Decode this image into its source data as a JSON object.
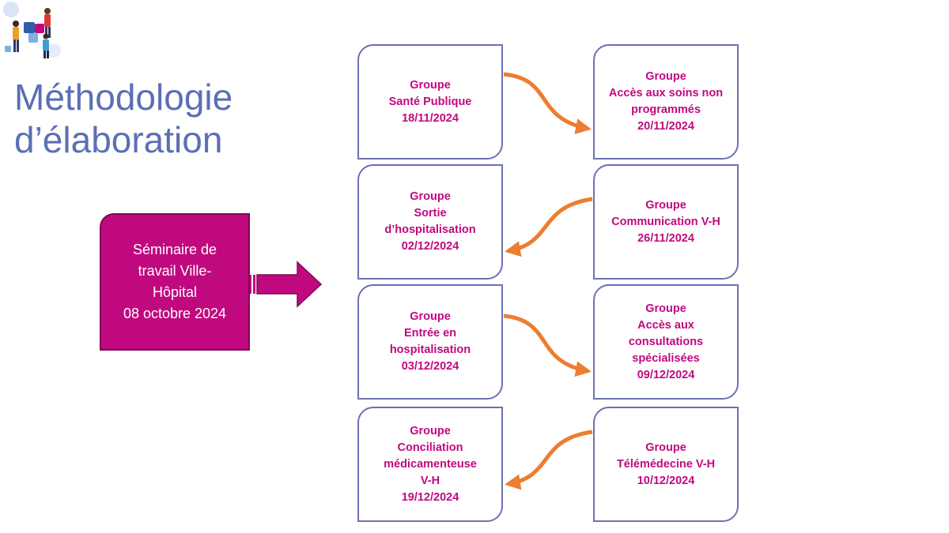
{
  "title": {
    "line1": "Méthodologie",
    "line2": "d’élaboration"
  },
  "seminar": {
    "line1": "Séminaire de",
    "line2": "travail Ville-",
    "line3": "Hôpital",
    "line4": "08 octobre 2024"
  },
  "groups": [
    {
      "lines": [
        "Groupe",
        "Santé Publique",
        "18/11/2024"
      ]
    },
    {
      "lines": [
        "Groupe",
        "Accès aux soins non",
        "programmés",
        "20/11/2024"
      ]
    },
    {
      "lines": [
        "Groupe",
        "Sortie",
        "d’hospitalisation",
        "02/12/2024"
      ]
    },
    {
      "lines": [
        "Groupe",
        "Communication V-H",
        "26/11/2024"
      ]
    },
    {
      "lines": [
        "Groupe",
        "Entrée en",
        "hospitalisation",
        "03/12/2024"
      ]
    },
    {
      "lines": [
        "Groupe",
        "Accès aux",
        "consultations",
        "spécialisées",
        "09/12/2024"
      ]
    },
    {
      "lines": [
        "Groupe",
        "Conciliation",
        "médicamenteuse",
        "V-H",
        "19/12/2024"
      ]
    },
    {
      "lines": [
        "Groupe",
        "Télémédecine V-H",
        "10/12/2024"
      ]
    }
  ],
  "colors": {
    "accent": "#c0097f",
    "title": "#5b6fb6",
    "box_border": "#6b71b5",
    "connector": "#ec7d31"
  }
}
